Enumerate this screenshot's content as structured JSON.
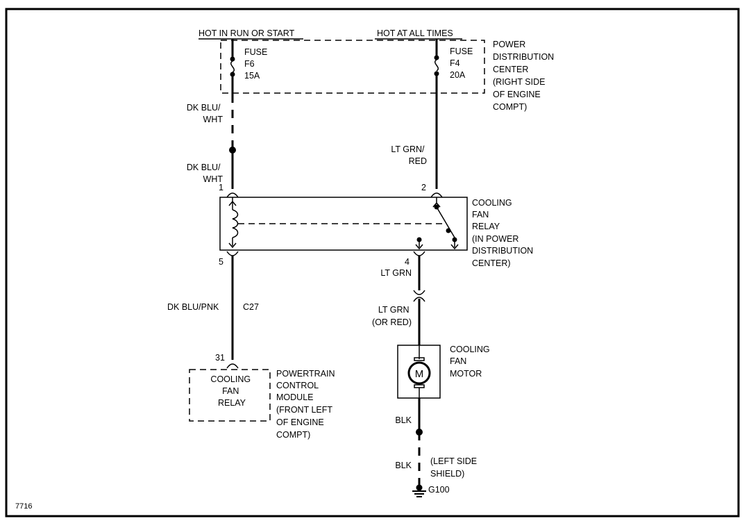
{
  "labels": {
    "hot_run_start": "HOT IN RUN OR START",
    "hot_all_times": "HOT AT ALL TIMES",
    "fuse_f6": [
      "FUSE",
      "F6",
      "15A"
    ],
    "fuse_f4": [
      "FUSE",
      "F4",
      "20A"
    ],
    "pdc": [
      "POWER",
      "DISTRIBUTION",
      "CENTER",
      "(RIGHT SIDE",
      "OF ENGINE",
      "COMPT)"
    ],
    "wire_dkbluwht_a": [
      "DK BLU/",
      "WHT"
    ],
    "wire_dkbluwht_b": [
      "DK BLU/",
      "WHT"
    ],
    "wire_ltgrnred": [
      "LT GRN/",
      "RED"
    ],
    "pin_1": "1",
    "pin_2": "2",
    "pin_5": "5",
    "pin_4": "4",
    "pin_31": "31",
    "relay": [
      "COOLING",
      "FAN",
      "RELAY",
      "(IN POWER",
      "DISTRIBUTION",
      "CENTER)"
    ],
    "wire_ltgrn_a": "LT GRN",
    "wire_ltgrn_b": [
      "LT GRN",
      "(OR RED)"
    ],
    "wire_dkblupnk": "DK BLU/PNK",
    "connector_c27": "C27",
    "pcm_inner": [
      "COOLING",
      "FAN",
      "RELAY"
    ],
    "pcm": [
      "POWERTRAIN",
      "CONTROL",
      "MODULE",
      "(FRONT LEFT",
      "OF ENGINE",
      "COMPT)"
    ],
    "motor": [
      "COOLING",
      "FAN",
      "MOTOR"
    ],
    "motor_symbol": "M",
    "wire_blk_a": "BLK",
    "wire_blk_b": "BLK",
    "ground_location": [
      "(LEFT SIDE",
      "SHIELD)"
    ],
    "ground_id": "G100",
    "figure_id": "7716"
  }
}
